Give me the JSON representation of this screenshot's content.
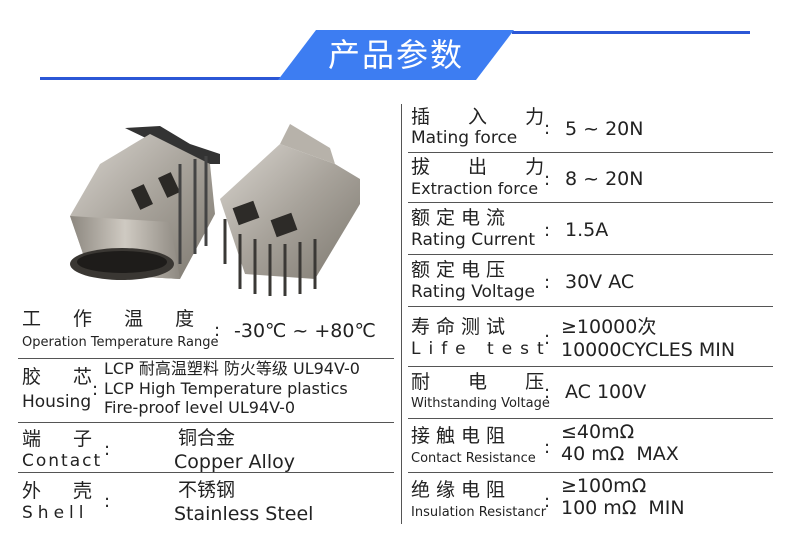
{
  "header": {
    "title": "产品参数",
    "accent_color": "#3d7df2",
    "line_color": "#2b57d6"
  },
  "left": {
    "temp": {
      "cn": "工 作 温 度",
      "en": "Operation Temperature Range",
      "value": "-30℃ ~ +80℃"
    },
    "housing": {
      "cn": "胶 芯",
      "en": "Housing",
      "lines": [
        "LCP 耐高温塑料 防火等级 UL94V-0",
        "LCP High Temperature plastics",
        "Fire-proof level UL94V-0"
      ]
    },
    "contact": {
      "cn": "端 子",
      "en": "Contact",
      "value_cn": "铜合金",
      "value_en": "Copper Alloy"
    },
    "shell": {
      "cn": "外 壳",
      "en": "Shell",
      "value_cn": "不锈钢",
      "value_en": "Stainless Steel"
    }
  },
  "right": [
    {
      "cn": "插 入 力",
      "en": "Mating force",
      "values": [
        "5 ~ 20N"
      ]
    },
    {
      "cn": "拔 出 力",
      "en": "Extraction force",
      "values": [
        "8 ~ 20N"
      ]
    },
    {
      "cn": "额定电流",
      "en": "Rating Current",
      "values": [
        "1.5A"
      ]
    },
    {
      "cn": "额定电压",
      "en": "Rating Voltage",
      "values": [
        "30V AC"
      ]
    },
    {
      "cn": "寿命测试",
      "en": "Life test",
      "values": [
        "≥10000次",
        "10000CYCLES MIN"
      ]
    },
    {
      "cn": "耐 电 压",
      "en": "Withstanding Voltage",
      "values": [
        "AC 100V"
      ]
    },
    {
      "cn": "接触电阻",
      "en": "Contact Resistance",
      "values": [
        "≤40mΩ",
        "40 mΩ  MAX"
      ]
    },
    {
      "cn": "绝缘电阻",
      "en": "Insulation Resistancr",
      "values": [
        "≥100mΩ",
        "100 mΩ  MIN"
      ]
    }
  ],
  "colon": ":"
}
